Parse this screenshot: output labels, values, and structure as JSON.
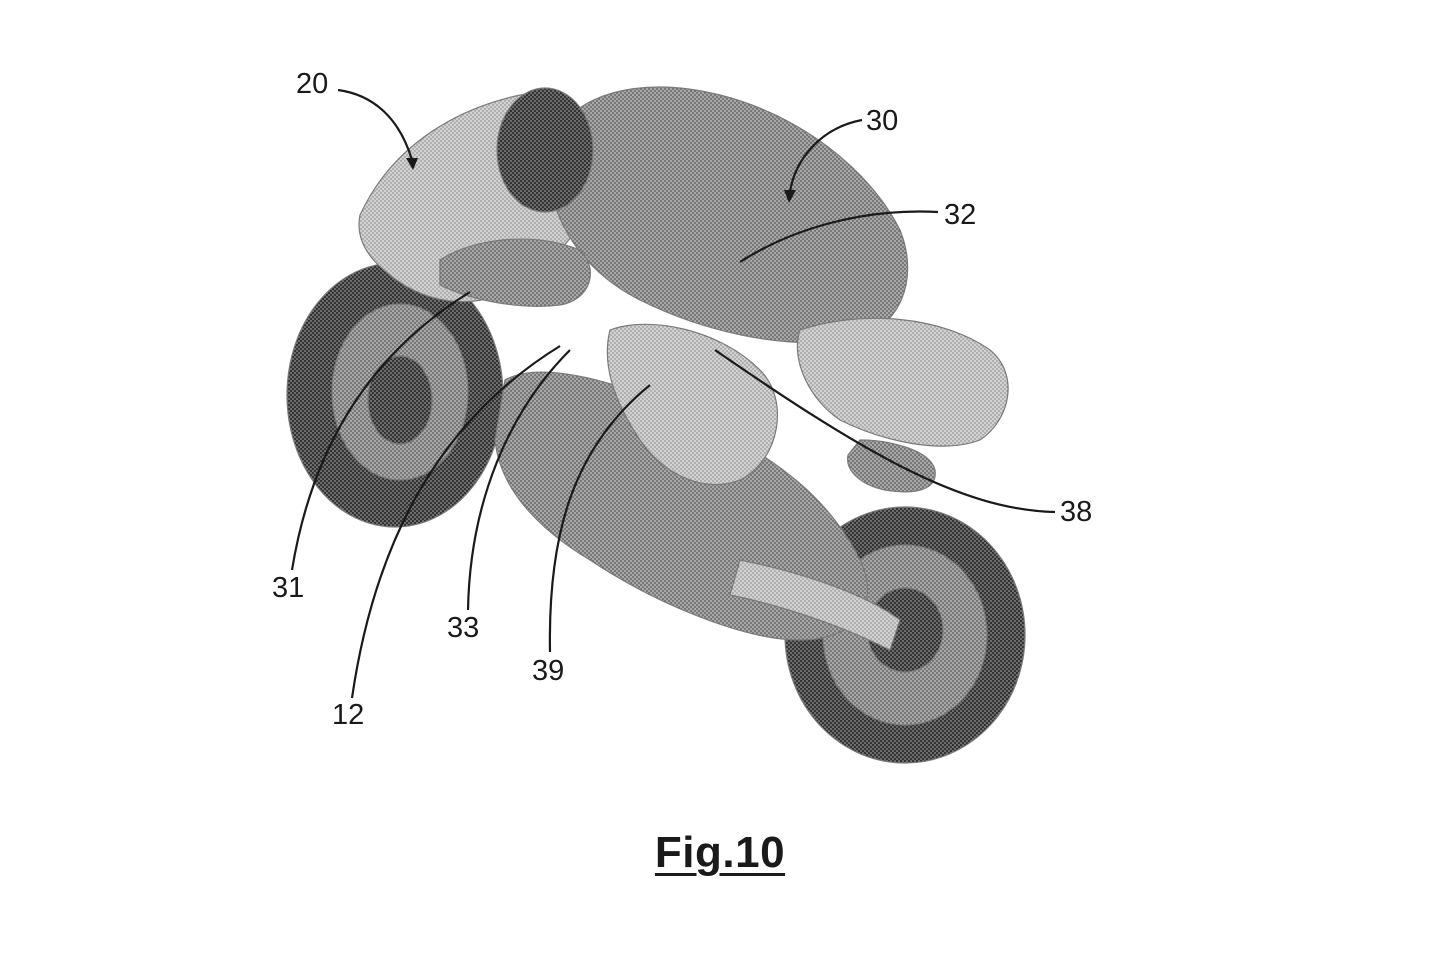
{
  "figure": {
    "caption": "Fig.10",
    "reference_labels": {
      "r20": "20",
      "r30": "30",
      "r32": "32",
      "r38": "38",
      "r31": "31",
      "r33": "33",
      "r39": "39",
      "r12": "12"
    }
  },
  "colors": {
    "ink": "#1a1a1a",
    "halftone_dark": "#5a5a5a",
    "halftone_mid": "#8c8c8c",
    "halftone_light": "#bdbdbd",
    "background": "#ffffff"
  }
}
